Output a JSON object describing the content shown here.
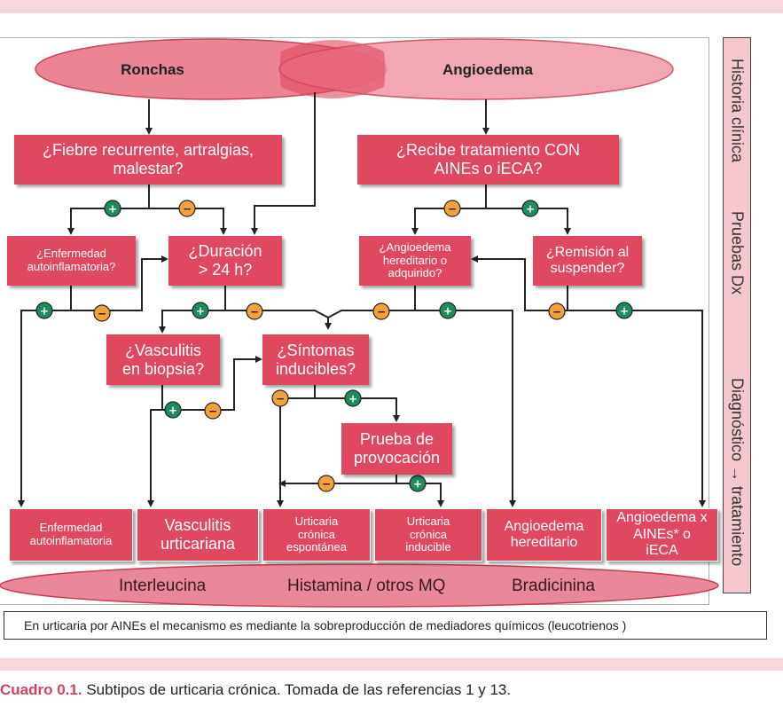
{
  "diagram": {
    "ellipses": {
      "left": "Ronchas",
      "right": "Angioedema"
    },
    "signs": {
      "positive": "+",
      "negative": "−"
    },
    "questions": {
      "fiebre": "¿Fiebre recurrente, artralgias,\nmalestar?",
      "aines": "¿Recibe tratamiento CON\nAINEs o iECA?",
      "autoinflamatoria": "¿Enfermedad\nautoinflamatoria?",
      "duracion": "¿Duración\n> 24 h?",
      "hereditario": "¿Angioedema\nhereditario o\nadquirido?",
      "remision": "¿Remisión al\nsuspender?",
      "vasculitis": "¿Vasculitis\nen biopsia?",
      "sintomas": "¿Síntomas\ninducibles?",
      "prueba": "Prueba de\nprovocación"
    },
    "outcomes": {
      "autoinflamatoria": "Enfermedad\nautoinflamatoria",
      "vasculitis": "Vasculitis\nurticariana",
      "espontanea": "Urticaria\ncrónica\nespontánea",
      "inducible": "Urticaria\ncrónica\ninducible",
      "hereditario": "Angioedema\nhereditario",
      "aines": "Angioedema x\nAINEs* o\niECA"
    },
    "mediators": [
      "Interleucina",
      "Histamina / otros MQ",
      "Bradicinina"
    ],
    "side_labels": [
      "Historia clínica",
      "Pruebas Dx",
      "Diagnóstico → tratamiento"
    ],
    "note": "En urticaria por AINEs el mecanismo es mediante la sobreproducción de mediadores químicos (leucotrienos )"
  },
  "caption": {
    "label": "Cuadro 0.1.",
    "text": " Subtipos de urticaria crónica. Tomada de las referencias 1 y 13."
  },
  "colors": {
    "box": "#e0485f",
    "ellipse": "#e35a72",
    "positive": "#1f8a5b",
    "negative": "#f0a23c",
    "band": "#f7d6dc"
  }
}
